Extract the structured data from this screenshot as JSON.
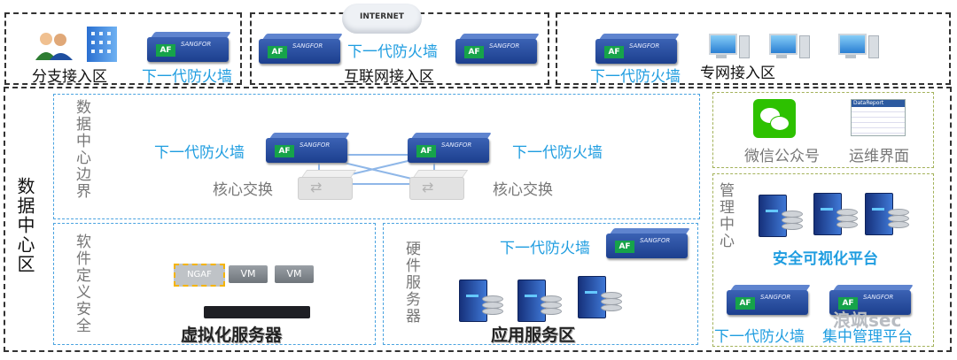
{
  "zones": {
    "branch": {
      "label": "分支接入区",
      "fw_label": "下一代防火墙"
    },
    "internet": {
      "label": "互联网接入区",
      "fw_label": "下一代防火墙",
      "cloud_label": "INTERNET"
    },
    "private": {
      "label": "专网接入区",
      "fw_label": "下一代防火墙"
    }
  },
  "datacenter": {
    "label": "数据中心区",
    "border": {
      "label": "数据中心边界",
      "fw_left": "下一代防火墙",
      "fw_right": "下一代防火墙",
      "switch_left": "核心交换",
      "switch_right": "核心交换"
    },
    "sdsec": {
      "label": "软件定义安全",
      "server_label": "虚拟化服务器",
      "ngaf": "NGAF",
      "vm1": "VM",
      "vm2": "VM"
    },
    "hw": {
      "label": "硬件服务器",
      "fw_label": "下一代防火墙",
      "zone_label": "应用服务区"
    },
    "top_right": {
      "wechat_label": "微信公众号",
      "ops_label": "运维界面",
      "report_title": "DataReport"
    },
    "mgmt": {
      "label": "管理中心",
      "platform": "安全可视化平台",
      "fw_label": "下一代防火墙",
      "central": "集中管理平台"
    }
  },
  "device_brand": "SANGFOR",
  "af_badge": "AF",
  "watermark": "浪飒sec",
  "colors": {
    "accent_text": "#1f9de0",
    "zone_border_blue": "#4aa3e0",
    "zone_border_green": "#a3b25a"
  }
}
